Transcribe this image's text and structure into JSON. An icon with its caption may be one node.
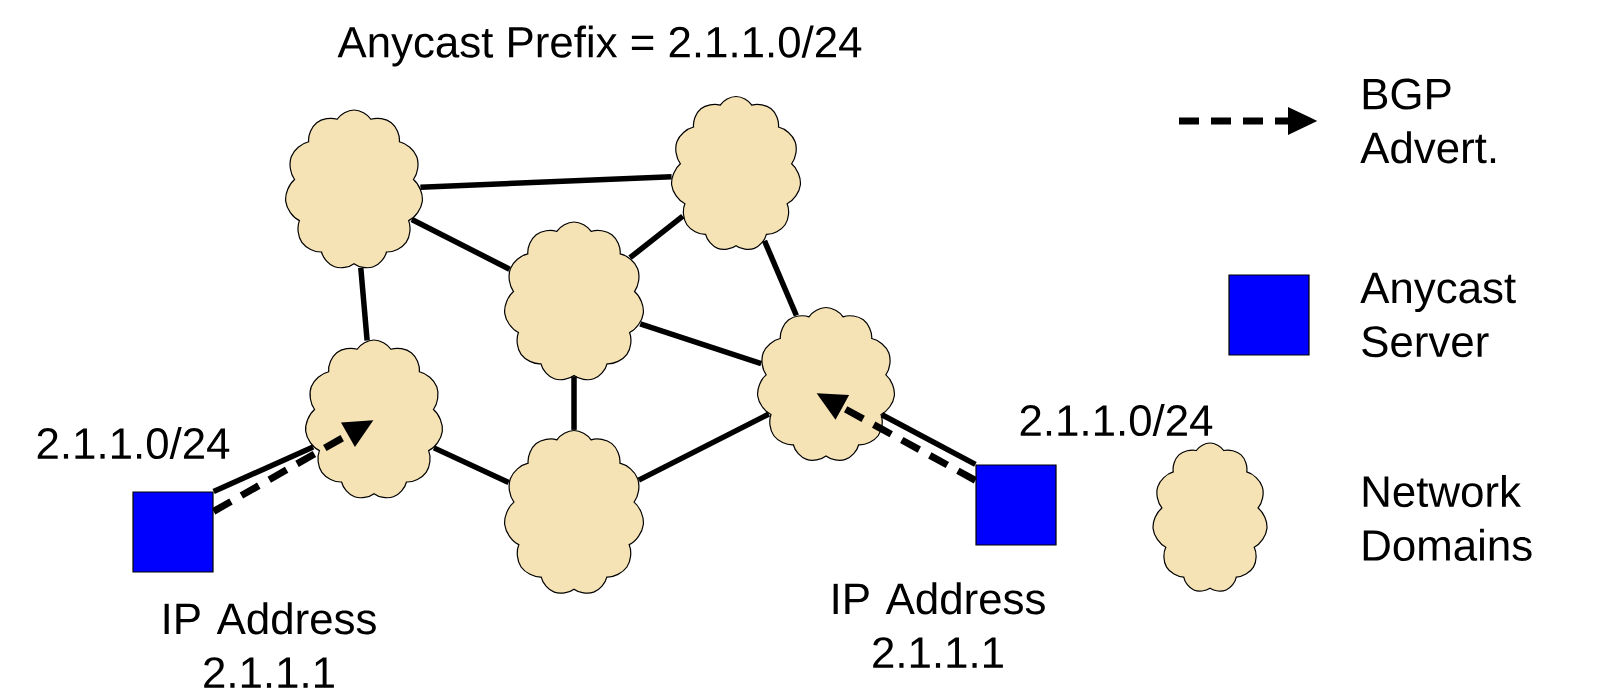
{
  "diagram": {
    "title": "Anycast Prefix = 2.1.1.0/24",
    "nodes": [
      {
        "text": [],
        "shape": "cloud"
      },
      {
        "text": [],
        "shape": "cloud"
      },
      {
        "text": [],
        "shape": "cloud"
      },
      {
        "text": [],
        "shape": "cloud"
      },
      {
        "text": [],
        "shape": "cloud"
      },
      {
        "text": [],
        "shape": "cloud"
      },
      {
        "text": [],
        "shape": "box",
        "beside": [
          "2.1.1.0/24",
          "IP Address 2.1.1.1"
        ]
      },
      {
        "text": [],
        "shape": "box",
        "beside": [
          "2.1.1.0/24",
          "IP Address 2.1.1.1"
        ]
      }
    ],
    "edges": [
      {
        "from": 0,
        "to": 1,
        "arrow": "none"
      },
      {
        "from": 0,
        "to": 2,
        "arrow": "none"
      },
      {
        "from": 0,
        "to": 3,
        "arrow": "none"
      },
      {
        "from": 1,
        "to": 2,
        "arrow": "none"
      },
      {
        "from": 1,
        "to": 4,
        "arrow": "none"
      },
      {
        "from": 2,
        "to": 4,
        "arrow": "none"
      },
      {
        "from": 2,
        "to": 5,
        "arrow": "none"
      },
      {
        "from": 3,
        "to": 5,
        "arrow": "none"
      },
      {
        "from": 4,
        "to": 5,
        "arrow": "none"
      },
      {
        "from": 6,
        "to": 3,
        "arrow": "none"
      },
      {
        "from": 7,
        "to": 4,
        "arrow": "none"
      },
      {
        "from": 6,
        "to": 3,
        "arrow": "to",
        "style": "dashed"
      },
      {
        "from": 7,
        "to": 4,
        "arrow": "to",
        "style": "dashed"
      }
    ],
    "legend": [
      {
        "text": "BGP Advert."
      },
      {
        "text": "Anycast Server",
        "color": "#0000ff"
      },
      {
        "text": "Network Domains"
      }
    ]
  }
}
